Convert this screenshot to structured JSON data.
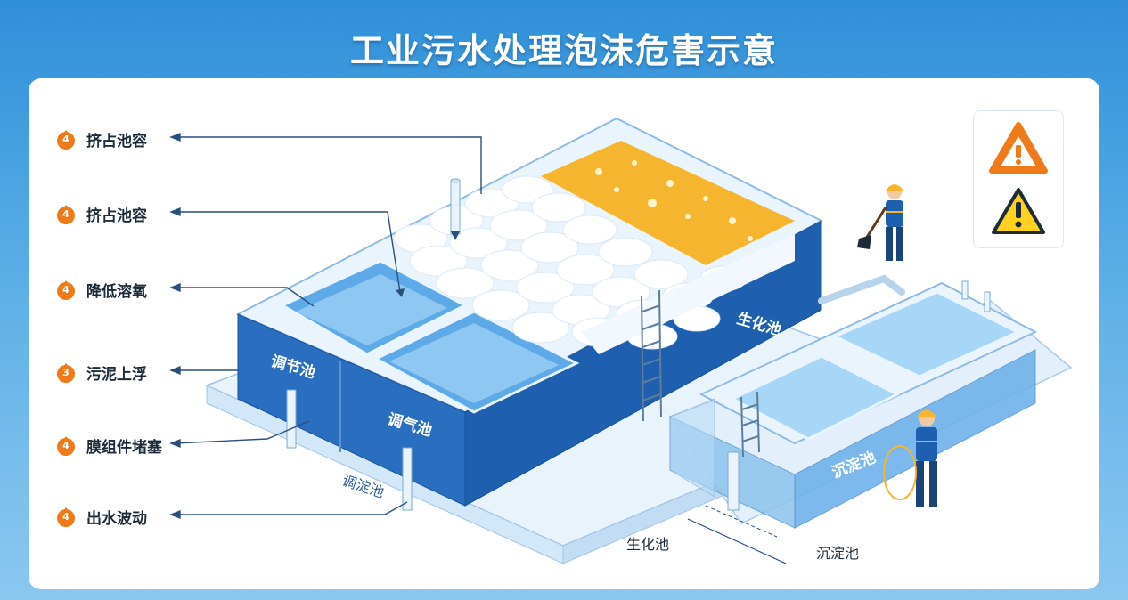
{
  "title": "工业污水处理泡沫危害示意",
  "legend": [
    {
      "badge": "4",
      "label": "挤占池容"
    },
    {
      "badge": "4",
      "label": "挤占池容"
    },
    {
      "badge": "4",
      "label": "降低溶氧"
    },
    {
      "badge": "3",
      "label": "污泥上浮"
    },
    {
      "badge": "4",
      "label": "膜组件堵塞"
    },
    {
      "badge": "4",
      "label": "出水波动"
    }
  ],
  "tanks": {
    "regulating": "调节池",
    "aeration": "调气池",
    "biochemical": "生化池",
    "settling": "沉淀池",
    "base": "调淀池"
  },
  "ground_labels": {
    "biochemical": "生化池",
    "settling": "沉淀池"
  },
  "icons": [
    "warning-triangle-orange-icon",
    "warning-triangle-yellow-icon",
    "worker-with-shovel-icon",
    "worker-with-hose-icon"
  ],
  "colors": {
    "accent_blue": "#1f63b5",
    "foam_yellow": "#f5b52e",
    "badge_orange": "#f07a1a",
    "warning_orange": "#f07a1a",
    "warning_yellow": "#ffd21f"
  }
}
